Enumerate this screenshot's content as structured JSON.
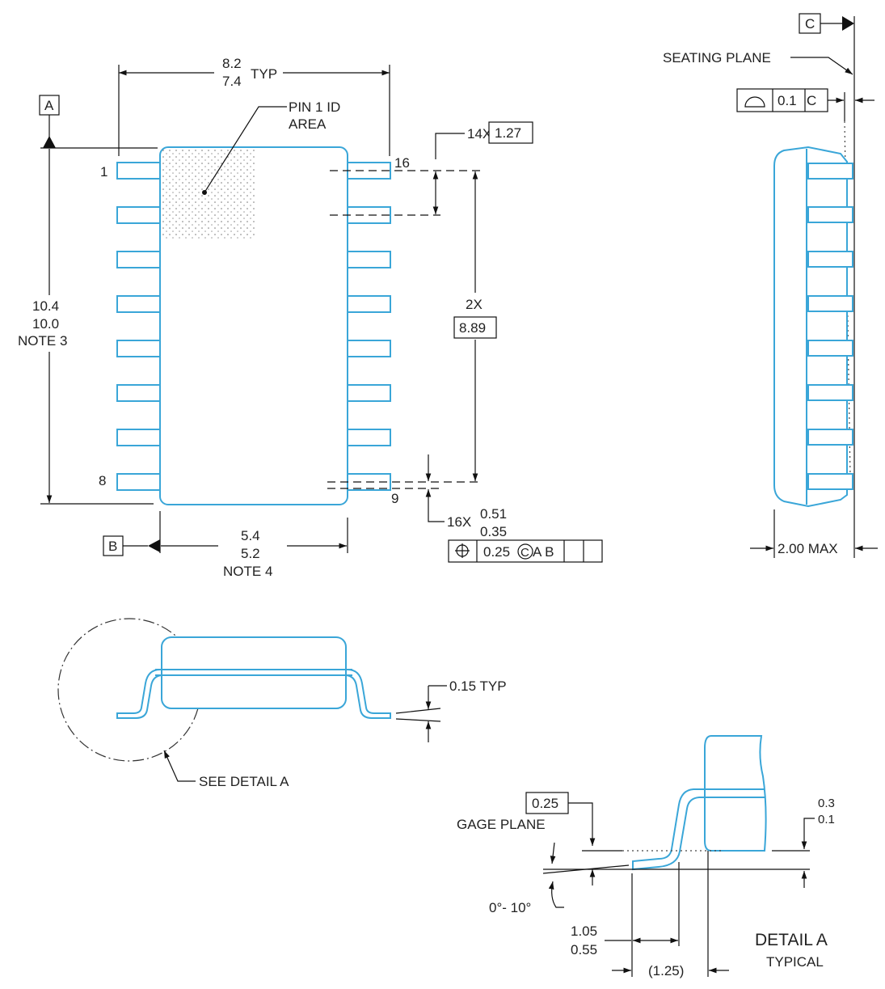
{
  "datums": {
    "a": "A",
    "b": "B",
    "c": "C"
  },
  "top_view": {
    "width_upper": "8.2",
    "width_lower": "7.4",
    "width_suffix": "TYP",
    "pin1_label_line1": "PIN 1 ID",
    "pin1_label_line2": "AREA",
    "pin_first": "1",
    "pin_last_left": "8",
    "pin_last": "16",
    "pin_right_bottom": "9",
    "length_upper": "10.4",
    "length_lower": "10.0",
    "length_note": "NOTE 3",
    "pitch_count": "14X",
    "pitch_value": "1.27",
    "span_count": "2X",
    "span_value": "8.89",
    "lead_count": "16X",
    "lead_width_upper": "0.51",
    "lead_width_lower": "0.35",
    "tolerance_value": "0.25",
    "tolerance_modifier": "C",
    "tolerance_datums": "A B",
    "body_upper": "5.4",
    "body_lower": "5.2",
    "body_note": "NOTE 4"
  },
  "side_view": {
    "seating_plane": "SEATING PLANE",
    "flatness_value": "0.1",
    "flatness_datum": "C",
    "height": "2.00 MAX"
  },
  "front_view": {
    "lead_thickness": "0.15 TYP",
    "see_detail": "SEE DETAIL A"
  },
  "detail_a": {
    "gage_value": "0.25",
    "gage_plane": "GAGE PLANE",
    "standoff_upper": "0.3",
    "standoff_lower": "0.1",
    "angle": "0°- 10°",
    "foot_upper": "1.05",
    "foot_lower": "0.55",
    "footprint": "(1.25)",
    "title": "DETAIL A",
    "subtitle": "TYPICAL"
  }
}
